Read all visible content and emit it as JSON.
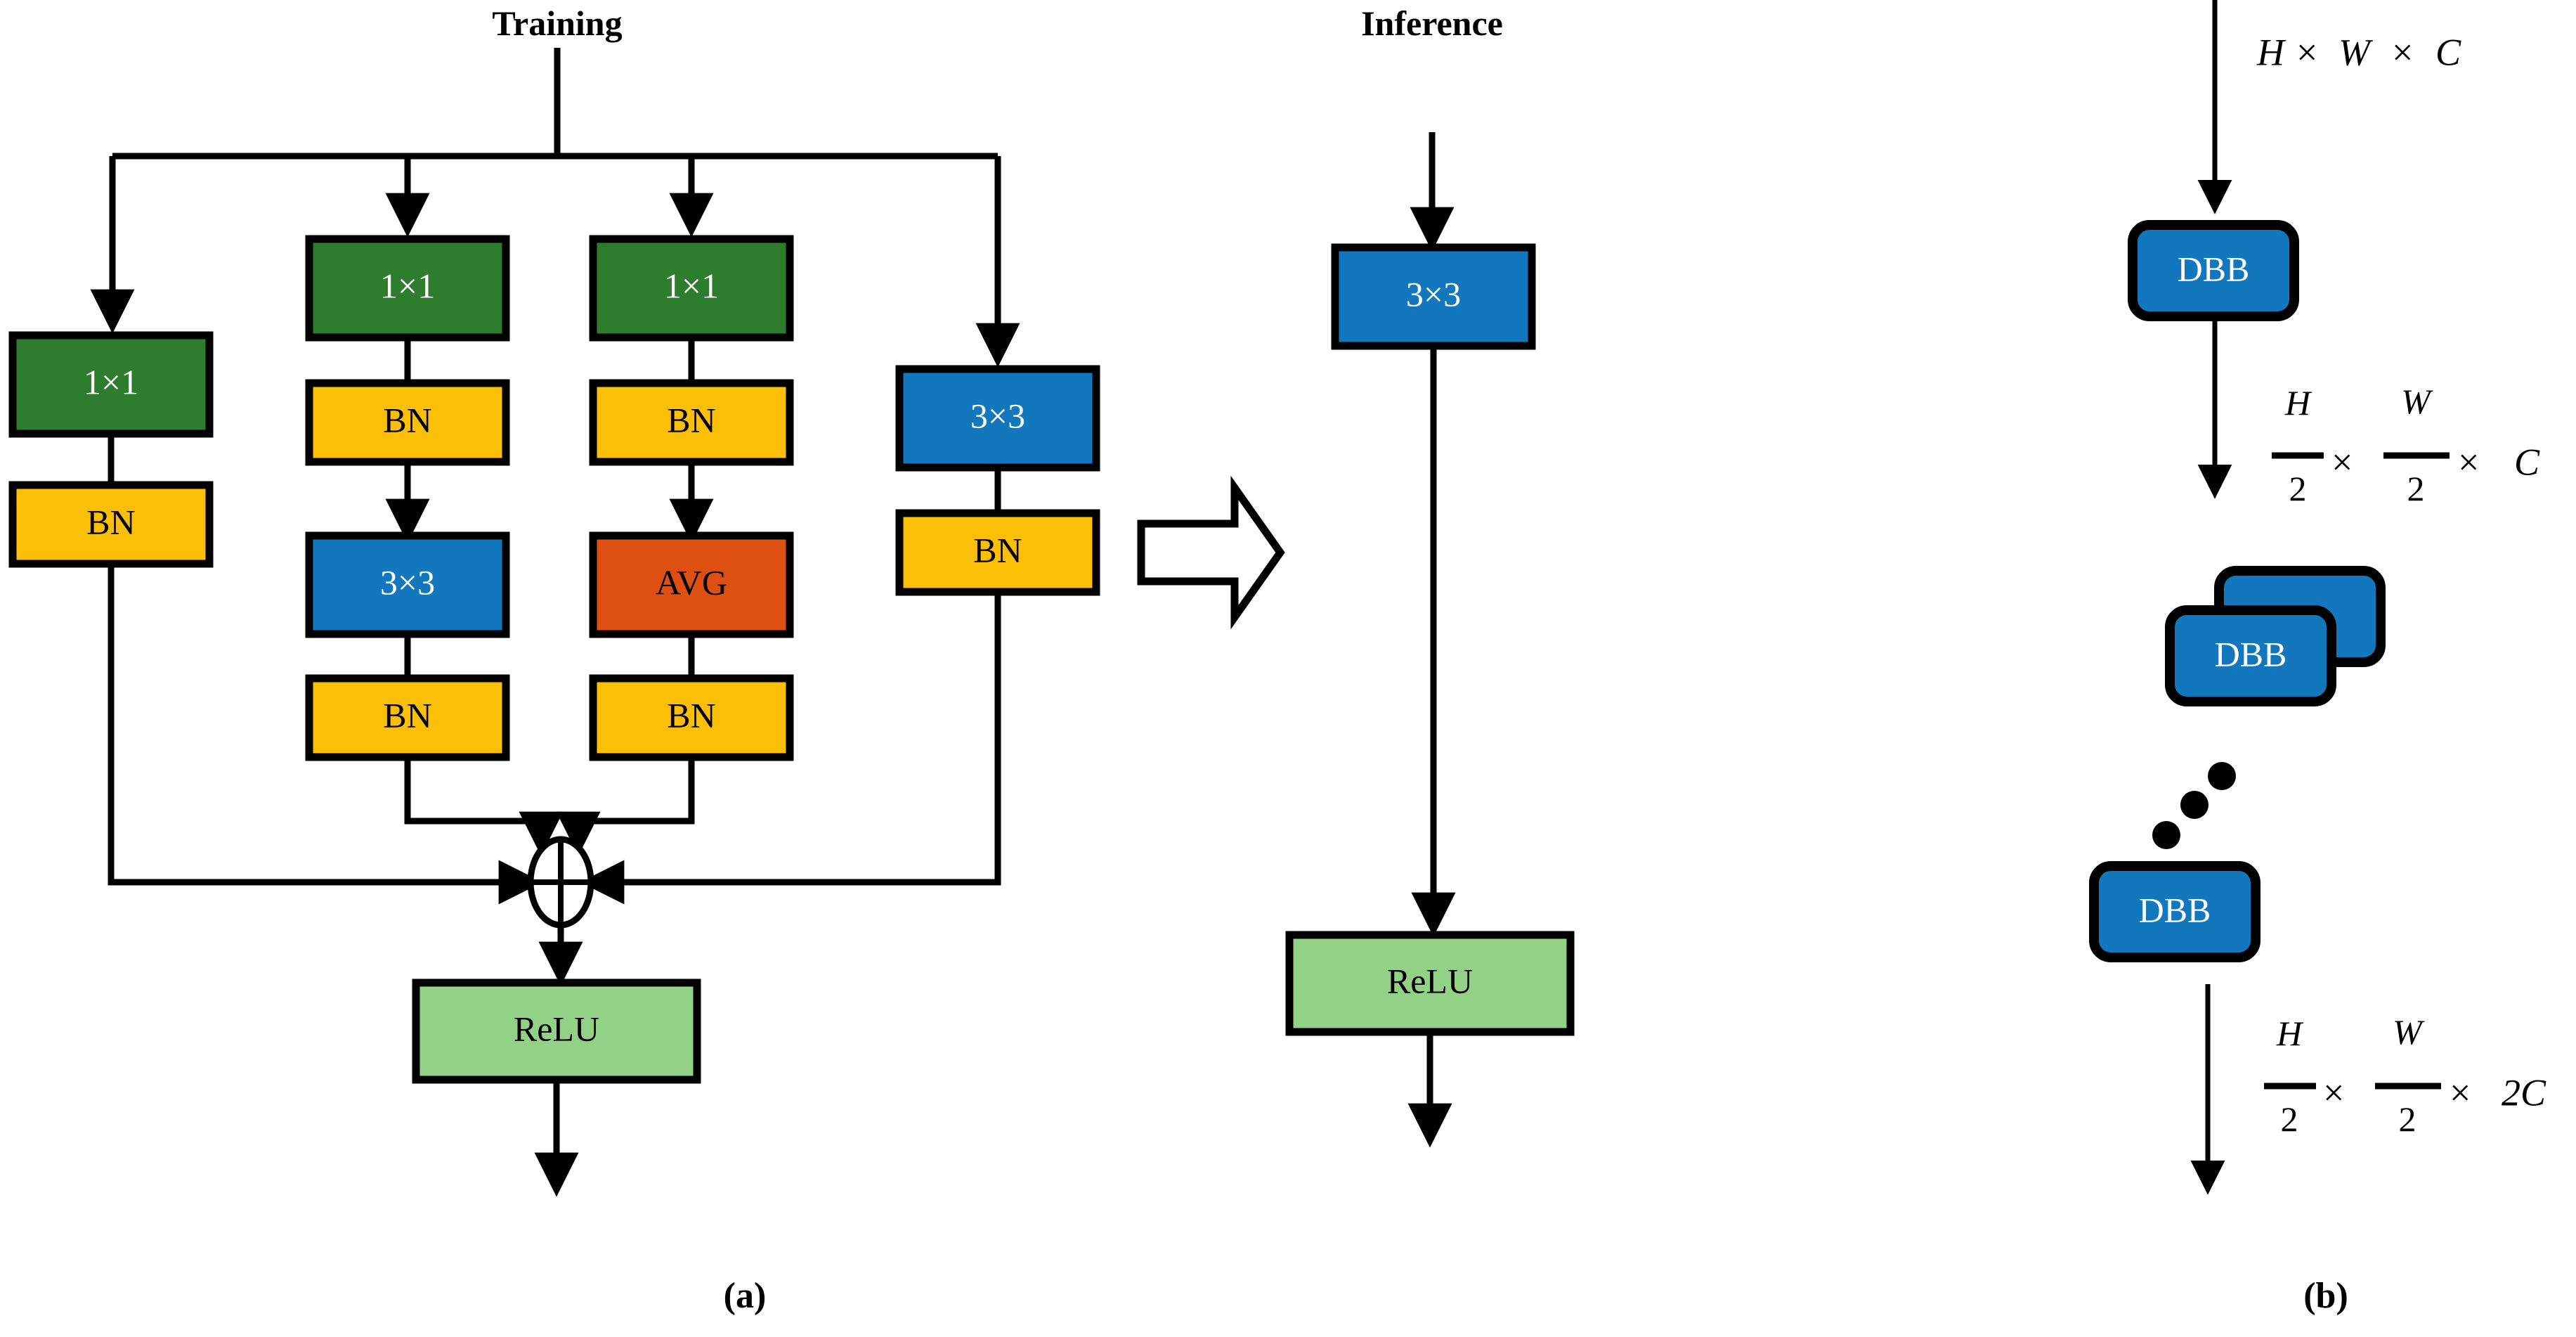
{
  "figure": {
    "subfigure_labels": [
      {
        "id": "a",
        "text": "(a)"
      },
      {
        "id": "b",
        "text": "(b)"
      }
    ]
  },
  "panel_a": {
    "titles": {
      "training": "Training",
      "inference": "Inference"
    },
    "training_blocks": {
      "branch1_conv": "1×1",
      "branch1_bn": "BN",
      "branch2_conv1": "1×1",
      "branch2_bn1": "BN",
      "branch2_conv2": "3×3",
      "branch2_bn2": "BN",
      "branch3_conv1": "1×1",
      "branch3_bn1": "BN",
      "branch3_avg": "AVG",
      "branch3_bn2": "BN",
      "branch4_conv": "3×3",
      "branch4_bn": "BN",
      "relu": "ReLU",
      "sum_symbol": "⊕"
    },
    "inference_blocks": {
      "conv": "3×3",
      "relu": "ReLU"
    },
    "transform_arrow": "equivalent-transform-arrow",
    "colors": {
      "conv_1x1": "#2e7d2e",
      "conv_3x3": "#1277bc",
      "batchnorm": "#fcbf08",
      "avgpool": "#dd5012",
      "relu": "#93d186",
      "outline": "#000000",
      "background": "#ffffff"
    }
  },
  "panel_b": {
    "blocks": [
      {
        "id": "dbb-1",
        "label": "DBB"
      },
      {
        "id": "dbb-stack-back",
        "label": ""
      },
      {
        "id": "dbb-stack-front",
        "label": "DBB"
      },
      {
        "id": "dbb-last",
        "label": "DBB"
      }
    ],
    "ellipsis": "⋰",
    "tensor_shapes": [
      {
        "id": "shape-input",
        "kind": "plain",
        "parts": [
          "H",
          "×",
          "W",
          "×",
          "C"
        ],
        "text": "H × W × C"
      },
      {
        "id": "shape-mid",
        "kind": "fraction",
        "terms": [
          {
            "num": "H",
            "den": "2"
          },
          {
            "op": "×"
          },
          {
            "num": "W",
            "den": "2"
          },
          {
            "op": "×"
          },
          {
            "plain": "C"
          }
        ],
        "text": "H/2 × W/2 × C"
      },
      {
        "id": "shape-out",
        "kind": "fraction",
        "terms": [
          {
            "num": "H",
            "den": "2"
          },
          {
            "op": "×"
          },
          {
            "num": "W",
            "den": "2"
          },
          {
            "op": "×"
          },
          {
            "plain": "2C"
          }
        ],
        "text": "H/2 × W/2 × 2C"
      }
    ],
    "colors": {
      "dbb": "#1277bc",
      "outline": "#000000",
      "label_text": "#ffffff"
    }
  }
}
